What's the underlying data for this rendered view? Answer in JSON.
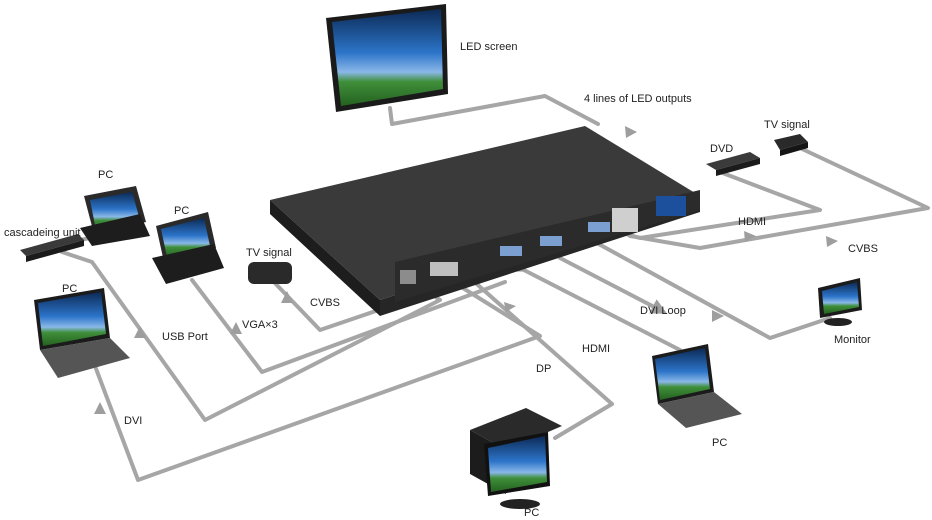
{
  "labels": {
    "led_screen": "LED screen",
    "led_outputs": "4 lines of LED outputs",
    "tv_signal_right": "TV signal",
    "dvd": "DVD",
    "hdmi_top": "HDMI",
    "cvbs_right": "CVBS",
    "monitor": "Monitor",
    "dvi_loop": "DVI Loop",
    "hdmi_bottom": "HDMI",
    "pc_bottom_right": "PC",
    "dp": "DP",
    "pc_bottom": "PC",
    "pc_top_left": "PC",
    "pc_left_middle": "PC",
    "cascading_unit": "cascadeing unit",
    "tv_signal_left": "TV signal",
    "cvbs_left": "CVBS",
    "vga": "VGA×3",
    "usb_port": "USB Port",
    "pc_left": "PC",
    "dvi": "DVI"
  },
  "colors": {
    "cable": "#9e9e9e",
    "device_dark": "#2c2c2c",
    "screen_blue": "#1f5fa8",
    "field_green": "#3c8a3a"
  }
}
